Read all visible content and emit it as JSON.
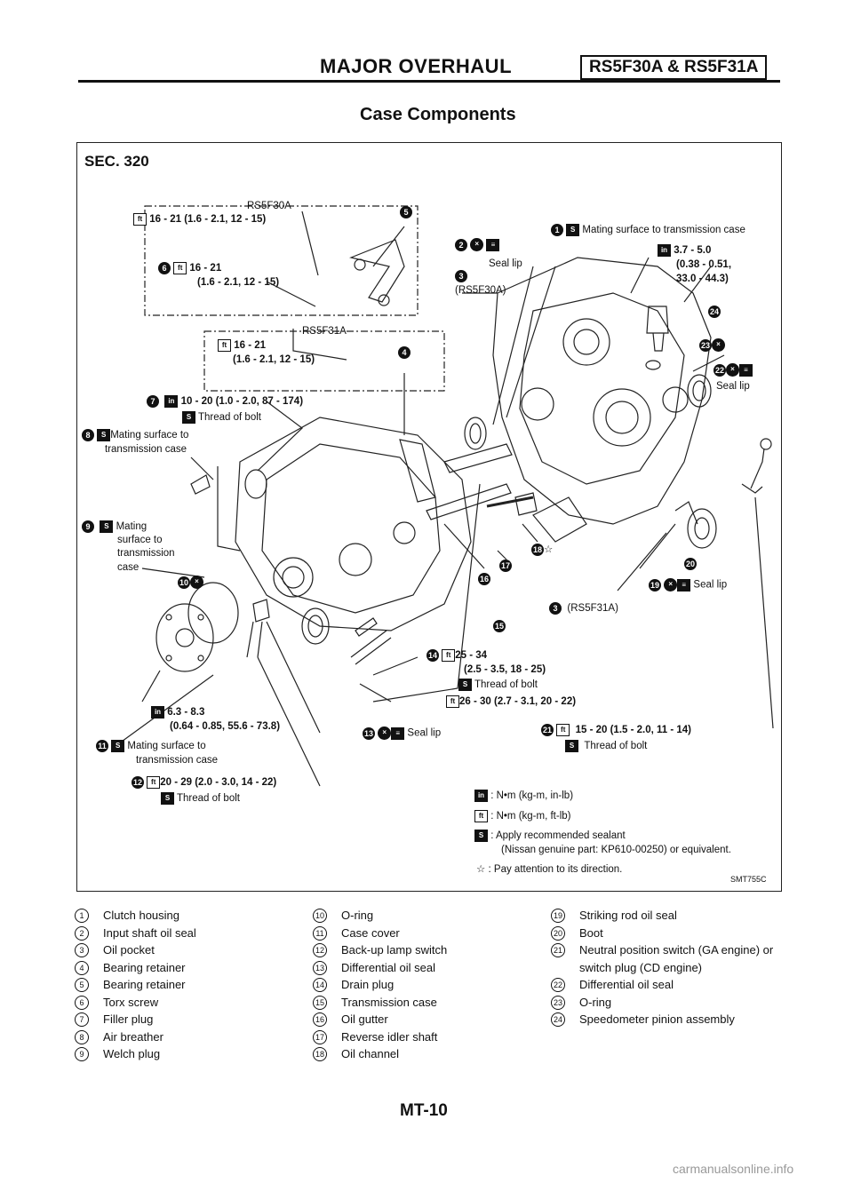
{
  "header": {
    "title": "MAJOR OVERHAUL",
    "model": "RS5F30A & RS5F31A"
  },
  "page_heading": "Case Components",
  "figure": {
    "sec": "SEC. 320",
    "figure_code": "SMT755C",
    "callouts": {
      "rs5f30a": "RS5F30A",
      "rs5f31a": "RS5F31A",
      "t_16_21_a": "16 - 21 (1.6 - 2.1, 12 - 15)",
      "t_16_21_b_1": "16 - 21",
      "t_16_21_b_2": "(1.6 - 2.1, 12 - 15)",
      "t_16_21_c_1": "16 - 21",
      "t_16_21_c_2": "(1.6 - 2.1, 12 - 15)",
      "t_10_20": "10 - 20 (1.0 - 2.0, 87 - 174)",
      "thread_of_bolt": "Thread of bolt",
      "mating_surface_to": "Mating surface to",
      "transmission_case": "transmission case",
      "mating": "Mating",
      "surface_to": "surface to",
      "transmission": "transmission",
      "case": "case",
      "seal_lip": "Seal lip",
      "rs5f30a_paren": "(RS5F30A)",
      "rs5f31a_paren": "(RS5F31A)",
      "mating_surface_to_transmission_case": "Mating surface to transmission case",
      "t_3_7": "3.7 - 5.0",
      "t_3_7_b": "(0.38 - 0.51,",
      "t_3_7_c": "33.0 - 44.3)",
      "t_6_3": "6.3 - 8.3",
      "t_6_3_b": "(0.64 - 0.85, 55.6 - 73.8)",
      "t_25_34": "25 - 34",
      "t_25_34_b": "(2.5 - 3.5, 18 - 25)",
      "t_26_30": "26 - 30 (2.7 - 3.1, 20 - 22)",
      "t_20_29": "20 - 29 (2.0 - 3.0, 14 - 22)",
      "t_15_20": "15 - 20 (1.5 - 2.0, 11 - 14)"
    },
    "legend": {
      "nm_in_lb": ": N•m (kg-m, in-lb)",
      "nm_ft_lb": ": N•m (kg-m, ft-lb)",
      "sealant_1": ": Apply recommended sealant",
      "sealant_2": "(Nissan genuine part: KP610-00250) or equivalent.",
      "direction": ": Pay attention to its direction."
    }
  },
  "parts": [
    {
      "n": "1",
      "name": "Clutch housing"
    },
    {
      "n": "2",
      "name": "Input shaft oil seal"
    },
    {
      "n": "3",
      "name": "Oil pocket"
    },
    {
      "n": "4",
      "name": "Bearing retainer"
    },
    {
      "n": "5",
      "name": "Bearing retainer"
    },
    {
      "n": "6",
      "name": "Torx screw"
    },
    {
      "n": "7",
      "name": "Filler plug"
    },
    {
      "n": "8",
      "name": "Air breather"
    },
    {
      "n": "9",
      "name": "Welch plug"
    },
    {
      "n": "10",
      "name": "O-ring"
    },
    {
      "n": "11",
      "name": "Case cover"
    },
    {
      "n": "12",
      "name": "Back-up lamp switch"
    },
    {
      "n": "13",
      "name": "Differential oil seal"
    },
    {
      "n": "14",
      "name": "Drain plug"
    },
    {
      "n": "15",
      "name": "Transmission case"
    },
    {
      "n": "16",
      "name": "Oil gutter"
    },
    {
      "n": "17",
      "name": "Reverse idler shaft"
    },
    {
      "n": "18",
      "name": "Oil channel"
    },
    {
      "n": "19",
      "name": "Striking rod oil seal"
    },
    {
      "n": "20",
      "name": "Boot"
    },
    {
      "n": "21",
      "name": "Neutral position switch (GA engine) or switch plug (CD engine)"
    },
    {
      "n": "22",
      "name": "Differential oil seal"
    },
    {
      "n": "23",
      "name": "O-ring"
    },
    {
      "n": "24",
      "name": "Speedometer pinion assembly"
    }
  ],
  "footer": {
    "page": "MT-10",
    "watermark": "carmanualsonline.info"
  }
}
